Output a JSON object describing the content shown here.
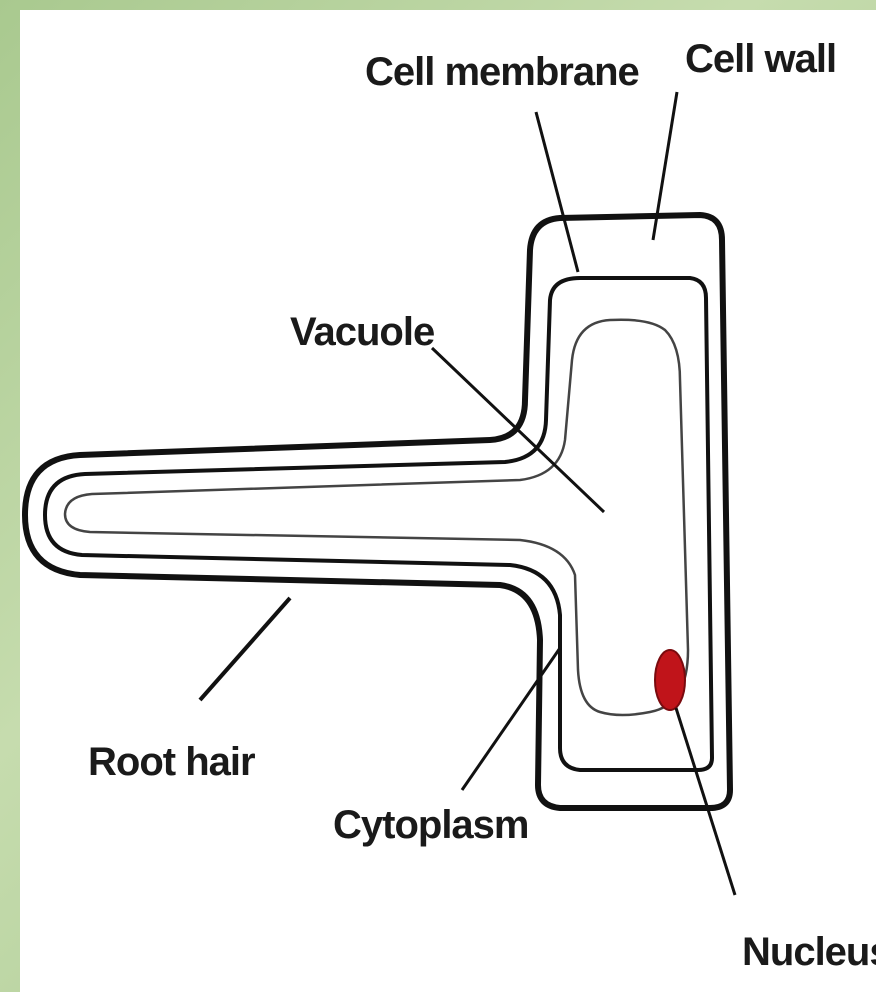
{
  "labels": {
    "cell_membrane": "Cell membrane",
    "cell_wall": "Cell wall",
    "vacuole": "Vacuole",
    "root_hair": "Root hair",
    "cytoplasm": "Cytoplasm",
    "nucleus": "Nucleus"
  },
  "colors": {
    "background": "#a9c98f",
    "outline": "#111111",
    "nucleus": "#c0141a"
  }
}
